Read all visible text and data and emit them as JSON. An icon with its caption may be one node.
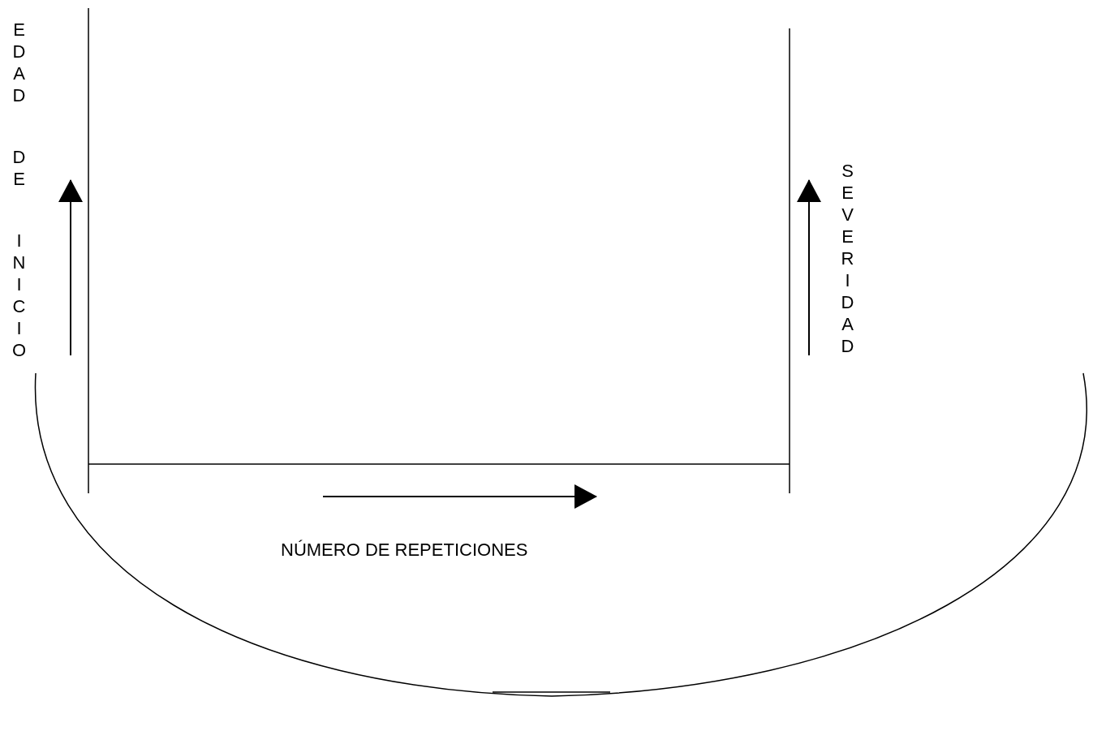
{
  "diagram": {
    "labels": [
      "EDAD DE INICIO",
      "SEVERIDAD",
      "NÚMERO DE REPETICIONES"
    ]
  }
}
